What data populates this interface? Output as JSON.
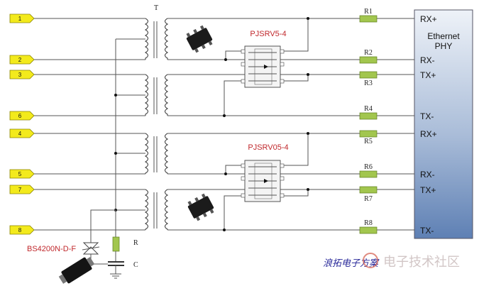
{
  "transformer_label": "T",
  "connector_pins": [
    "1",
    "2",
    "3",
    "6",
    "4",
    "5",
    "7",
    "8"
  ],
  "resistors": [
    "R1",
    "R2",
    "R3",
    "R4",
    "R5",
    "R6",
    "R7",
    "R8"
  ],
  "phy": {
    "title_line1": "Ethernet",
    "title_line2": "PHY",
    "pins": [
      "RX+",
      "RX-",
      "TX+",
      "TX-",
      "RX+",
      "RX-",
      "TX+",
      "TX-"
    ]
  },
  "tvs_arrays": {
    "top": "PJSRV5-4",
    "bottom": "PJSRV05-4"
  },
  "surge": {
    "part": "BS4200N-D-F",
    "resistor": "R",
    "capacitor": "C"
  },
  "watermark": {
    "left": "浪拓电子方案",
    "right": "电子技术社区"
  },
  "colors": {
    "connector_fill": "#f3ea1c",
    "resistor_fill": "#a2c64e",
    "phy_top": "#eef2f8",
    "phy_bottom": "#5e80b4",
    "part_label": "#c0282c"
  }
}
